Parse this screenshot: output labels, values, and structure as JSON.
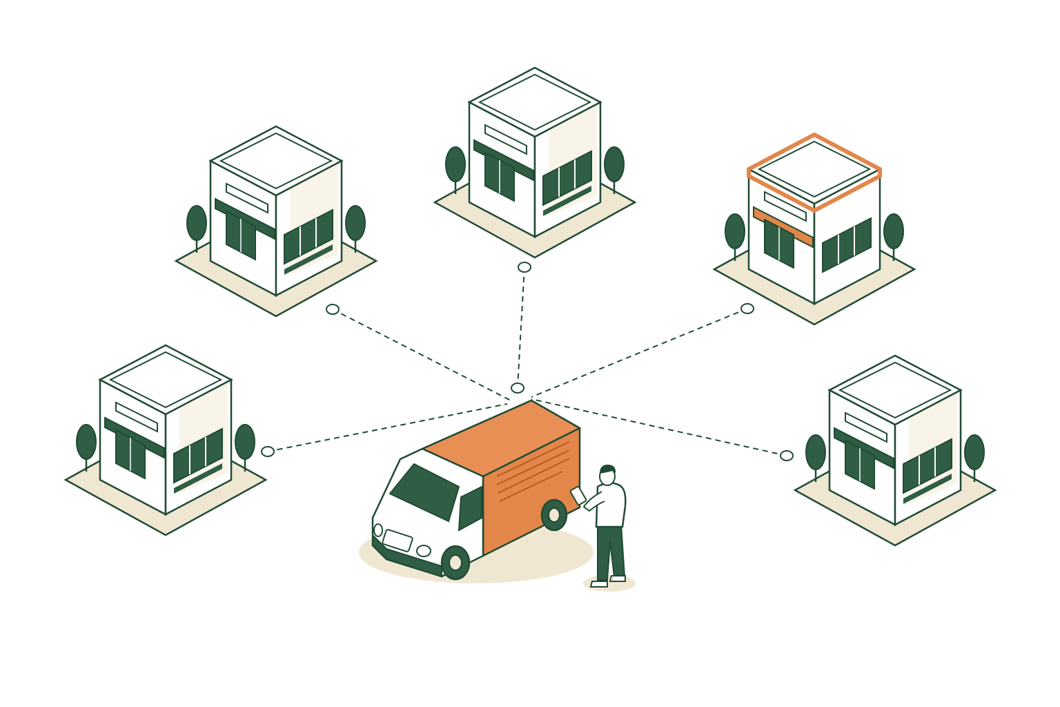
{
  "scene": {
    "colors": {
      "outline": "#1f4a33",
      "green_dark": "#2f5e45",
      "orange": "#e2864a",
      "orange_dark": "#c96a2e",
      "beige": "#efe7d2",
      "white": "#ffffff"
    },
    "stores": [
      {
        "id": "store-top-left",
        "accent": "green"
      },
      {
        "id": "store-top-center",
        "accent": "green"
      },
      {
        "id": "store-top-right",
        "accent": "orange"
      },
      {
        "id": "store-left",
        "accent": "green"
      },
      {
        "id": "store-right",
        "accent": "green"
      }
    ],
    "connections": [
      "store-top-left",
      "store-top-center",
      "store-top-right",
      "store-left",
      "store-right"
    ],
    "hub": {
      "vehicle": "delivery-van",
      "person": "courier-with-tablet"
    }
  }
}
